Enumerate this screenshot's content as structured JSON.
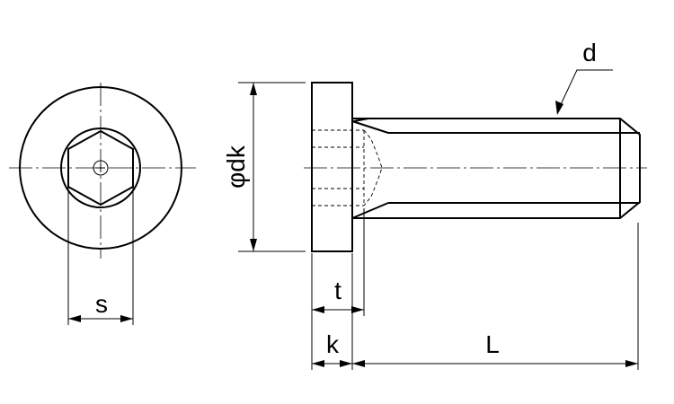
{
  "labels": {
    "s": "s",
    "phi_dk": "φdk",
    "t": "t",
    "k": "k",
    "L": "L",
    "d": "d"
  }
}
